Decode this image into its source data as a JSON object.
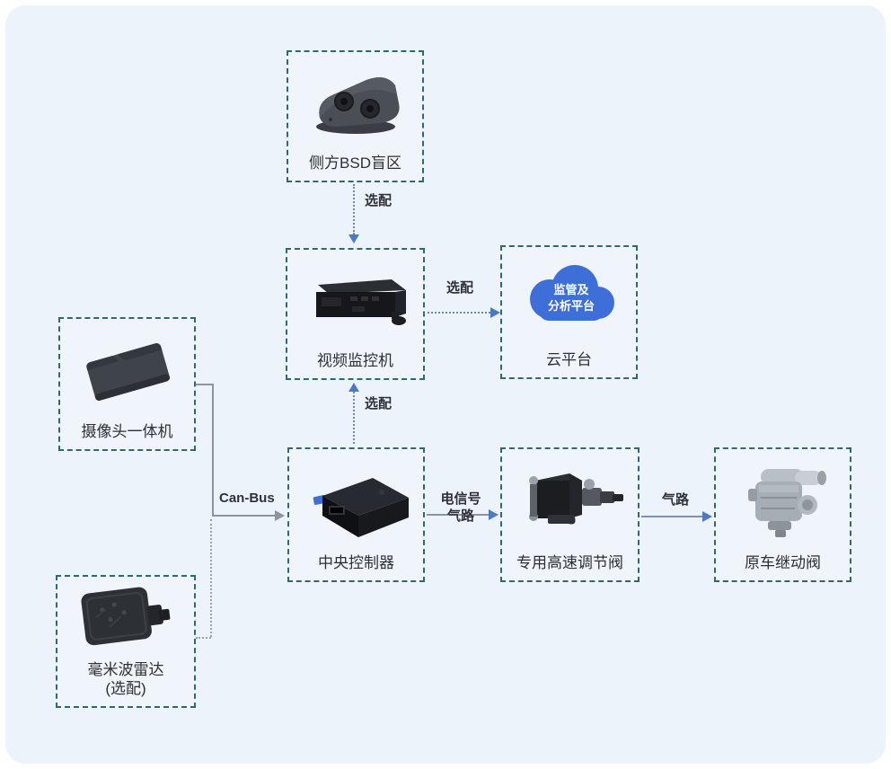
{
  "diagram": {
    "nodes": {
      "bsd": {
        "label": "侧方BSD盲区"
      },
      "monitor": {
        "label": "视频监控机"
      },
      "cloud": {
        "label": "云平台",
        "cloud_line1": "监管及",
        "cloud_line2": "分析平台"
      },
      "camera": {
        "label": "摄像头一体机"
      },
      "radar": {
        "label": "毫米波雷达",
        "label2": "(选配)"
      },
      "controller": {
        "label": "中央控制器"
      },
      "valve": {
        "label": "专用高速调节阀"
      },
      "relay": {
        "label": "原车继动阀"
      }
    },
    "edges": {
      "bsd_to_monitor": {
        "label": "选配"
      },
      "monitor_to_cloud": {
        "label": "选配"
      },
      "controller_to_monitor": {
        "label": "选配"
      },
      "camera_to_controller": {
        "label": "Can-Bus"
      },
      "controller_to_valve": {
        "label": "电信号",
        "label2": "气路"
      },
      "valve_to_relay": {
        "label": "气路"
      }
    },
    "colors": {
      "panel_bg": "#edf3fa",
      "box_border": "#2e6a6c",
      "arrow_blue": "#4b79c8",
      "line_gray": "#8d949e",
      "cloud_fill": "#3e6fd8",
      "text": "#2d3136"
    }
  }
}
